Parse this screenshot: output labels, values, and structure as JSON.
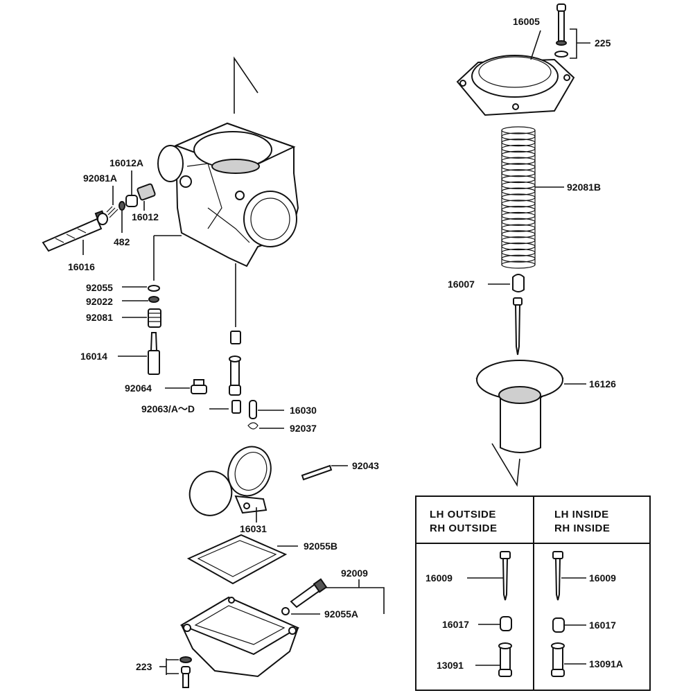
{
  "labels": {
    "p16005": "16005",
    "p225": "225",
    "p92081B": "92081B",
    "p16007": "16007",
    "p16126": "16126",
    "p16012A": "16012A",
    "p92081A": "92081A",
    "p16012": "16012",
    "p482": "482",
    "p16016": "16016",
    "p92055": "92055",
    "p92022": "92022",
    "p92081": "92081",
    "p16014": "16014",
    "p92064": "92064",
    "p92063": "92063/A～D",
    "p16030": "16030",
    "p92037": "92037",
    "p92043": "92043",
    "p16031": "16031",
    "p92055B": "92055B",
    "p92009": "92009",
    "p92055A": "92055A",
    "p223": "223"
  },
  "table": {
    "left_header_line1": "LH OUTSIDE",
    "left_header_line2": "RH OUTSIDE",
    "right_header_line1": "LH INSIDE",
    "right_header_line2": "RH INSIDE",
    "left_rows": [
      "16009",
      "16017",
      "13091"
    ],
    "right_rows": [
      "16009",
      "16017",
      "13091A"
    ]
  }
}
